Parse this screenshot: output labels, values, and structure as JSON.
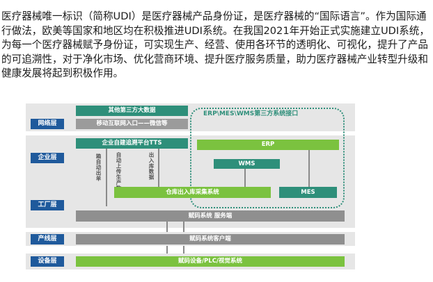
{
  "paragraph": "医疗器械唯一标识（简称UDI）是医疗器械产品身份证，是医疗器械的“国际语言”。作为国际通行做法，欧美等国家和地区均在积极推进UDI系统。在我国2021年开始正式实施建立UDI系统，为每一个医疗器械赋予身份证，可实现生产、经营、使用各环节的透明化、可视化，提升了产品的可追溯性，对于净化市场、优化营商环境、提升医疗服务质量，助力医疗器械产业转型升级和健康发展将起到积极作用。",
  "diagram": {
    "layers": {
      "network": "网络层",
      "enterprise": "企业层",
      "factory": "工厂层",
      "line": "产线层",
      "device": "设备层"
    },
    "boxes": {
      "third_party_data": "其他第三方大数据",
      "mobile_internet": "移动互联网入口——微信等",
      "tts": "企业自建追溯平台TTS",
      "erp": "ERP",
      "wms": "WMS",
      "warehouse": "仓库出入库采集系统",
      "mes": "MES",
      "coding_server": "赋码系统 服务端",
      "coding_client": "赋码系统客户端",
      "coding_device": "赋码设备/PLC/视觉系统"
    },
    "third_party_interface": "ERP\\MES\\WMS第三方系统接口",
    "vertical_labels": {
      "auto_ship": "箱自动出单",
      "production_upload": "自动上传生产数据",
      "inout_data": "出入库数据"
    }
  },
  "colors": {
    "layer_label": "#1f5a9c",
    "teal": "#2e8f7a",
    "green": "#7bc23f",
    "band": "#e6e6e6",
    "gray_box": "#8f8f8f"
  }
}
